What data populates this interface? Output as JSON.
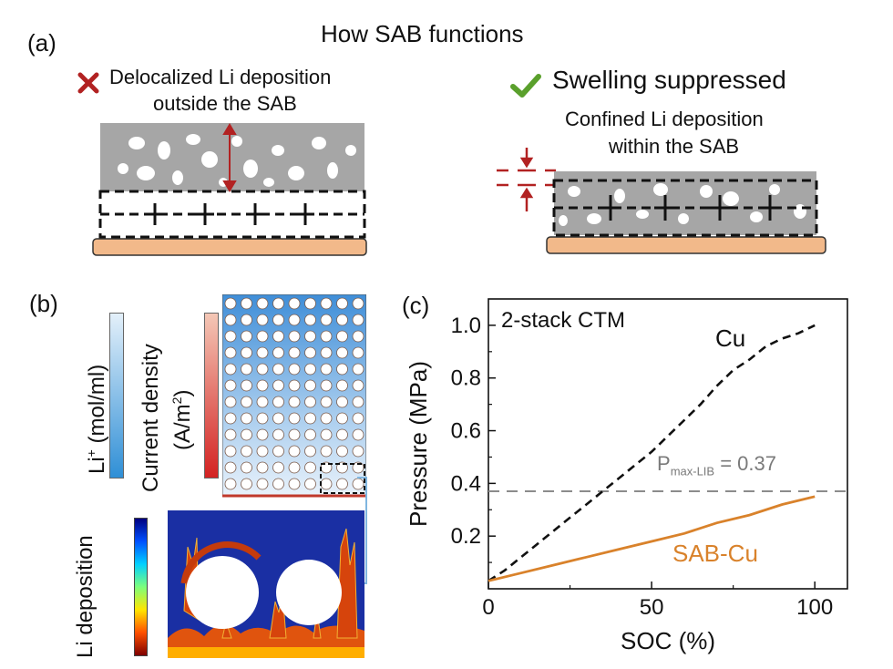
{
  "panel_a": {
    "label": "(a)",
    "title": "How SAB functions",
    "left": {
      "line1": "Delocalized Li deposition",
      "line2": "outside the SAB",
      "mark_icon": "cross-icon",
      "mark_color": "#b22222"
    },
    "right": {
      "headline": "Swelling suppressed",
      "line1": "Confined Li deposition",
      "line2": "within the SAB",
      "mark_icon": "check-icon",
      "mark_color": "#5aa02c"
    }
  },
  "panel_b": {
    "label": "(b)",
    "li_conc_label_main": "Li",
    "li_conc_label_sup": "+",
    "li_conc_label_rest": " (mol/ml)",
    "current_label_line1": "Current density",
    "current_label_line2_pre": "(A/m",
    "current_label_line2_sup": "2",
    "current_label_line2_post": ")",
    "deposition_label": "Li deposition"
  },
  "panel_c": {
    "label": "(c)",
    "inset_title": "2-stack CTM",
    "ref_line_label_pre": "P",
    "ref_line_label_sub": "max-LIB",
    "ref_line_label_post": " = 0.37"
  },
  "chart_data": {
    "type": "line",
    "xlabel": "SOC (%)",
    "ylabel": "Pressure (MPa)",
    "xlim": [
      0,
      110
    ],
    "ylim": [
      0,
      1.1
    ],
    "xticks": [
      0,
      50,
      100
    ],
    "yticks": [
      0.2,
      0.4,
      0.6,
      0.8,
      1.0
    ],
    "xtick_labels": [
      "0",
      "50",
      "100"
    ],
    "ytick_labels": [
      "0.2",
      "0.4",
      "0.6",
      "0.8",
      "1.0"
    ],
    "reference_line": {
      "y": 0.37,
      "color": "#8c8c8c",
      "style": "dashed"
    },
    "series": [
      {
        "name": "Cu",
        "color": "#111111",
        "style": "dashed",
        "x": [
          0,
          5,
          10,
          15,
          20,
          25,
          30,
          35,
          40,
          45,
          50,
          55,
          60,
          65,
          70,
          75,
          80,
          85,
          90,
          95,
          100
        ],
        "y": [
          0.03,
          0.07,
          0.12,
          0.17,
          0.22,
          0.27,
          0.32,
          0.37,
          0.42,
          0.47,
          0.52,
          0.58,
          0.64,
          0.7,
          0.77,
          0.83,
          0.87,
          0.92,
          0.95,
          0.97,
          1.0
        ]
      },
      {
        "name": "SAB-Cu",
        "color": "#d9822b",
        "style": "solid",
        "x": [
          0,
          10,
          20,
          30,
          40,
          50,
          60,
          70,
          80,
          90,
          100
        ],
        "y": [
          0.03,
          0.06,
          0.09,
          0.12,
          0.15,
          0.18,
          0.21,
          0.25,
          0.28,
          0.32,
          0.35
        ]
      }
    ]
  }
}
